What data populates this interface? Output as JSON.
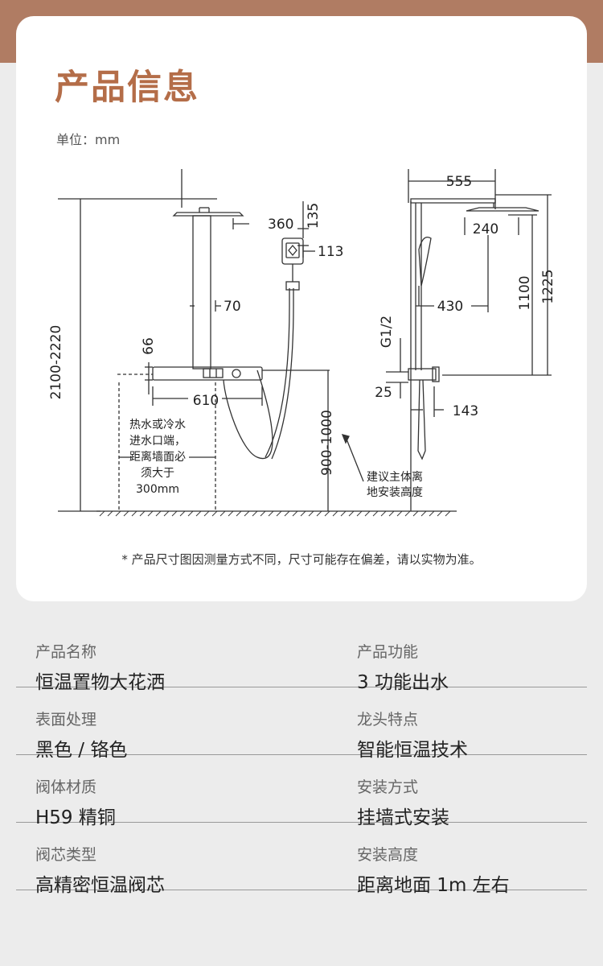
{
  "header": {
    "title": "产品信息",
    "unit": "单位：mm"
  },
  "diagram": {
    "front": {
      "height_range": "2100-2220",
      "head_width": "360",
      "handheld_height": "135",
      "handheld_width": "113",
      "pipe_spacing": "70",
      "panel_height": "66",
      "panel_width": "610",
      "install_height": "900-1000",
      "inlet_note": [
        "热水或冷水",
        "进水口端，",
        "距离墙面必",
        "须大于",
        "300mm"
      ],
      "height_note": [
        "建议主体离",
        "地安装高度"
      ]
    },
    "side": {
      "arm_length": "555",
      "head_diameter": "240",
      "handheld_offset": "430",
      "thread": "G1/2",
      "height_1100": "1100",
      "height_1225": "1225",
      "inlet_offset": "25",
      "depth": "143"
    }
  },
  "note": "*  产品尺寸图因测量方式不同，尺寸可能存在偏差，请以实物为准。",
  "specs": [
    {
      "left": {
        "label": "产品名称",
        "value": "恒温置物大花洒"
      },
      "right": {
        "label": "产品功能",
        "value": "3 功能出水"
      }
    },
    {
      "left": {
        "label": "表面处理",
        "value": "黑色 / 铬色"
      },
      "right": {
        "label": "龙头特点",
        "value": "智能恒温技术"
      }
    },
    {
      "left": {
        "label": "阀体材质",
        "value": "H59 精铜"
      },
      "right": {
        "label": "安装方式",
        "value": "挂墙式安装"
      }
    },
    {
      "left": {
        "label": "阀芯类型",
        "value": "高精密恒温阀芯"
      },
      "right": {
        "label": "安装高度",
        "value": "距离地面 1m 左右"
      }
    }
  ]
}
